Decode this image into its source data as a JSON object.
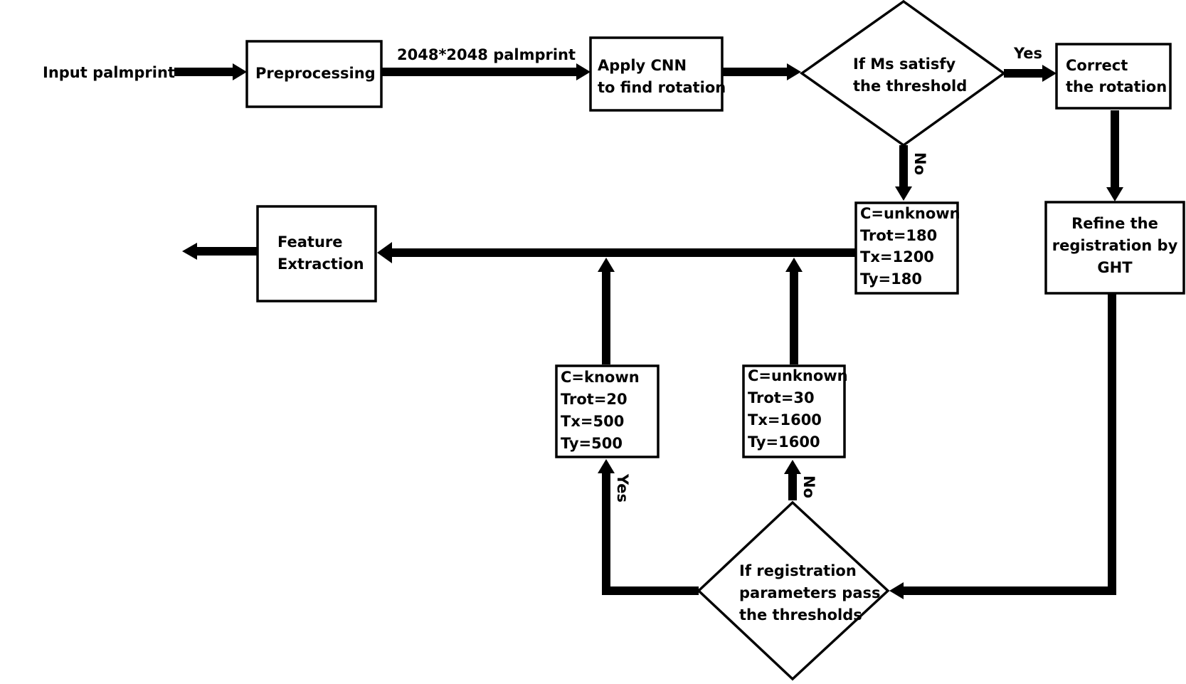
{
  "input_label": "Input palmprint",
  "preprocessing": "Preprocessing",
  "edge_preprocess_to_cnn": "2048*2048 palmprint",
  "cnn": [
    "Apply CNN",
    "to find rotation"
  ],
  "decision_ms": [
    "If Ms satisfy",
    "the threshold"
  ],
  "yes_label_top": "Yes",
  "no_label_top": "No",
  "correct_rotation": [
    "Correct",
    "the rotation"
  ],
  "params_top": [
    "C=unknown",
    "Trot=180",
    "Tx=1200",
    "Ty=180"
  ],
  "refine_ght": [
    "Refine the",
    "registration by",
    "GHT"
  ],
  "feature_extraction": [
    "Feature",
    "Extraction"
  ],
  "params_known": [
    "C=known",
    "Trot=20",
    "Tx=500",
    "Ty=500"
  ],
  "params_unknown": [
    "C=unknown",
    "Trot=30",
    "Tx=1600",
    "Ty=1600"
  ],
  "decision_reg": [
    "If registration",
    "parameters pass",
    "the thresholds"
  ],
  "yes_label_bottom": "Yes",
  "no_label_bottom": "No"
}
